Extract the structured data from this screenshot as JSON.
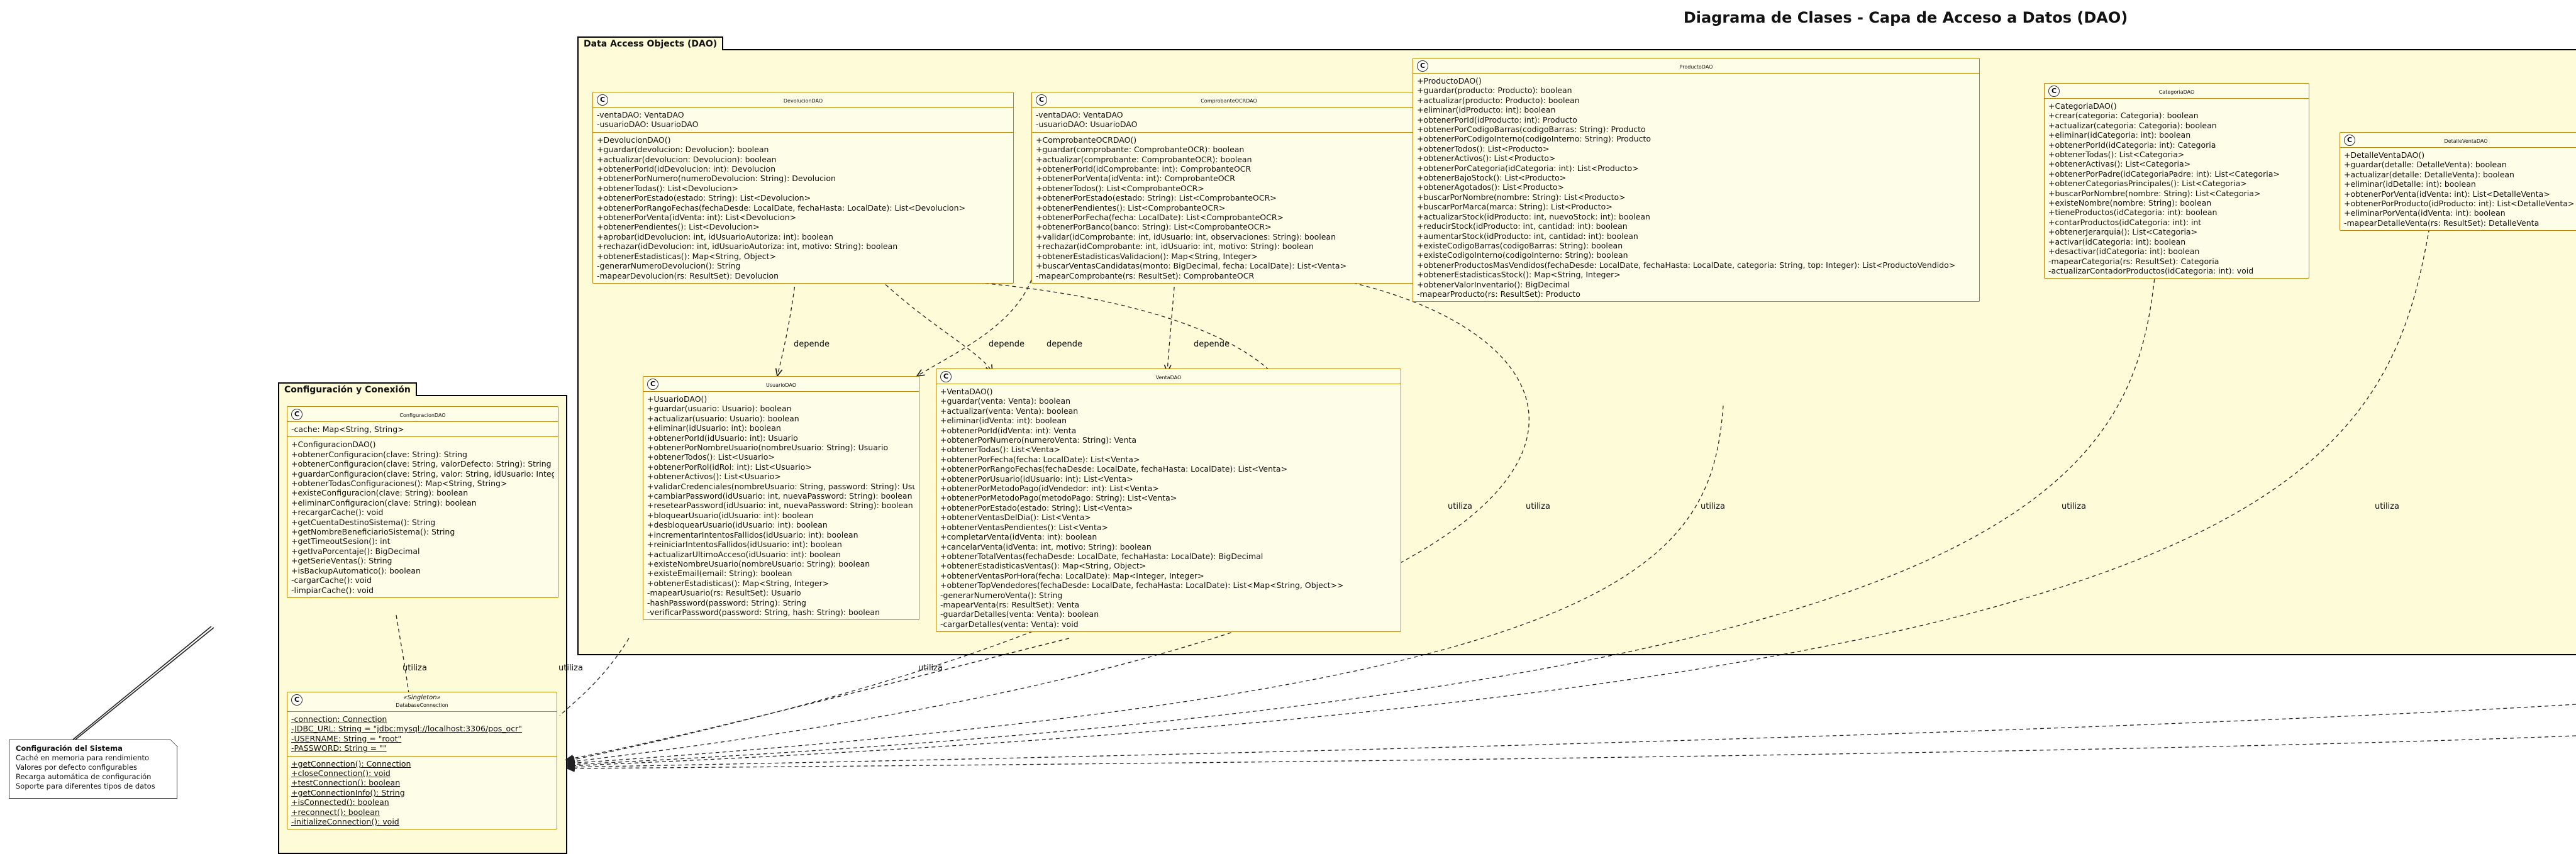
{
  "diagram": {
    "title": "Diagrama de Clases - Capa de Acceso a Datos (DAO)",
    "packages": {
      "dao": "Data Access Objects (DAO)",
      "config": "Configuración y Conexión"
    },
    "classes": {
      "devolucion": {
        "name": "DevolucionDAO",
        "fields": [
          "-ventaDAO: VentaDAO",
          "-usuarioDAO: UsuarioDAO"
        ],
        "methods": [
          "+DevolucionDAO()",
          "+guardar(devolucion: Devolucion): boolean",
          "+actualizar(devolucion: Devolucion): boolean",
          "+obtenerPorId(idDevolucion: int): Devolucion",
          "+obtenerPorNumero(numeroDevolucion: String): Devolucion",
          "+obtenerTodas(): List<Devolucion>",
          "+obtenerPorEstado(estado: String): List<Devolucion>",
          "+obtenerPorRangoFechas(fechaDesde: LocalDate, fechaHasta: LocalDate): List<Devolucion>",
          "+obtenerPorVenta(idVenta: int): List<Devolucion>",
          "+obtenerPendientes(): List<Devolucion>",
          "+aprobar(idDevolucion: int, idUsuarioAutoriza: int): boolean",
          "+rechazar(idDevolucion: int, idUsuarioAutoriza: int, motivo: String): boolean",
          "+obtenerEstadisticas(): Map<String, Object>",
          "-generarNumeroDevolucion(): String",
          "-mapearDevolucion(rs: ResultSet): Devolucion"
        ]
      },
      "comprobante": {
        "name": "ComprobanteOCRDAO",
        "fields": [
          "-ventaDAO: VentaDAO",
          "-usuarioDAO: UsuarioDAO"
        ],
        "methods": [
          "+ComprobanteOCRDAO()",
          "+guardar(comprobante: ComprobanteOCR): boolean",
          "+actualizar(comprobante: ComprobanteOCR): boolean",
          "+obtenerPorId(idComprobante: int): ComprobanteOCR",
          "+obtenerPorVenta(idVenta: int): ComprobanteOCR",
          "+obtenerTodos(): List<ComprobanteOCR>",
          "+obtenerPorEstado(estado: String): List<ComprobanteOCR>",
          "+obtenerPendientes(): List<ComprobanteOCR>",
          "+obtenerPorFecha(fecha: LocalDate): List<ComprobanteOCR>",
          "+obtenerPorBanco(banco: String): List<ComprobanteOCR>",
          "+validar(idComprobante: int, idUsuario: int, observaciones: String): boolean",
          "+rechazar(idComprobante: int, idUsuario: int, motivo: String): boolean",
          "+obtenerEstadisticasValidacion(): Map<String, Integer>",
          "+buscarVentasCandidatas(monto: BigDecimal, fecha: LocalDate): List<Venta>",
          "-mapearComprobante(rs: ResultSet): ComprobanteOCR"
        ]
      },
      "producto": {
        "name": "ProductoDAO",
        "fields": [],
        "methods": [
          "+ProductoDAO()",
          "+guardar(producto: Producto): boolean",
          "+actualizar(producto: Producto): boolean",
          "+eliminar(idProducto: int): boolean",
          "+obtenerPorId(idProducto: int): Producto",
          "+obtenerPorCodigoBarras(codigoBarras: String): Producto",
          "+obtenerPorCodigoInterno(codigoInterno: String): Producto",
          "+obtenerTodos(): List<Producto>",
          "+obtenerActivos(): List<Producto>",
          "+obtenerPorCategoria(idCategoria: int): List<Producto>",
          "+obtenerBajoStock(): List<Producto>",
          "+obtenerAgotados(): List<Producto>",
          "+buscarPorNombre(nombre: String): List<Producto>",
          "+buscarPorMarca(marca: String): List<Producto>",
          "+actualizarStock(idProducto: int, nuevoStock: int): boolean",
          "+reducirStock(idProducto: int, cantidad: int): boolean",
          "+aumentarStock(idProducto: int, cantidad: int): boolean",
          "+existeCodigoBarras(codigoBarras: String): boolean",
          "+existeCodigoInterno(codigoInterno: String): boolean",
          "+obtenerProductosMasVendidos(fechaDesde: LocalDate, fechaHasta: LocalDate, categoria: String, top: Integer): List<ProductoVendido>",
          "+obtenerEstadisticasStock(): Map<String, Integer>",
          "+obtenerValorInventario(): BigDecimal",
          "-mapearProducto(rs: ResultSet): Producto"
        ]
      },
      "categoria": {
        "name": "CategoriaDAO",
        "fields": [],
        "methods": [
          "+CategoriaDAO()",
          "+crear(categoria: Categoria): boolean",
          "+actualizar(categoria: Categoria): boolean",
          "+eliminar(idCategoria: int): boolean",
          "+obtenerPorId(idCategoria: int): Categoria",
          "+obtenerTodas(): List<Categoria>",
          "+obtenerActivas(): List<Categoria>",
          "+obtenerPorPadre(idCategoriaPadre: int): List<Categoria>",
          "+obtenerCategoriasPrincipales(): List<Categoria>",
          "+buscarPorNombre(nombre: String): List<Categoria>",
          "+existeNombre(nombre: String): boolean",
          "+tieneProductos(idCategoria: int): boolean",
          "+contarProductos(idCategoria: int): int",
          "+obtenerJerarquia(): List<Categoria>",
          "+activar(idCategoria: int): boolean",
          "+desactivar(idCategoria: int): boolean",
          "-mapearCategoria(rs: ResultSet): Categoria",
          "-actualizarContadorProductos(idCategoria: int): void"
        ]
      },
      "detalle": {
        "name": "DetalleVentaDAO",
        "fields": [],
        "methods": [
          "+DetalleVentaDAO()",
          "+guardar(detalle: DetalleVenta): boolean",
          "+actualizar(detalle: DetalleVenta): boolean",
          "+eliminar(idDetalle: int): boolean",
          "+obtenerPorVenta(idVenta: int): List<DetalleVenta>",
          "+obtenerPorProducto(idProducto: int): List<DetalleVenta>",
          "+eliminarPorVenta(idVenta: int): boolean",
          "-mapearDetalleVenta(rs: ResultSet): DetalleVenta"
        ]
      },
      "usuario": {
        "name": "UsuarioDAO",
        "fields": [],
        "methods": [
          "+UsuarioDAO()",
          "+guardar(usuario: Usuario): boolean",
          "+actualizar(usuario: Usuario): boolean",
          "+eliminar(idUsuario: int): boolean",
          "+obtenerPorId(idUsuario: int): Usuario",
          "+obtenerPorNombreUsuario(nombreUsuario: String): Usuario",
          "+obtenerTodos(): List<Usuario>",
          "+obtenerPorRol(idRol: int): List<Usuario>",
          "+obtenerActivos(): List<Usuario>",
          "+validarCredenciales(nombreUsuario: String, password: String): Usuario",
          "+cambiarPassword(idUsuario: int, nuevaPassword: String): boolean",
          "+resetearPassword(idUsuario: int, nuevaPassword: String): boolean",
          "+bloquearUsuario(idUsuario: int): boolean",
          "+desbloquearUsuario(idUsuario: int): boolean",
          "+incrementarIntentosFallidos(idUsuario: int): boolean",
          "+reiniciarIntentosFallidos(idUsuario: int): boolean",
          "+actualizarUltimoAcceso(idUsuario: int): boolean",
          "+existeNombreUsuario(nombreUsuario: String): boolean",
          "+existeEmail(email: String): boolean",
          "+obtenerEstadisticas(): Map<String, Integer>",
          "-mapearUsuario(rs: ResultSet): Usuario",
          "-hashPassword(password: String): String",
          "-verificarPassword(password: String, hash: String): boolean"
        ]
      },
      "venta": {
        "name": "VentaDAO",
        "fields": [],
        "methods": [
          "+VentaDAO()",
          "+guardar(venta: Venta): boolean",
          "+actualizar(venta: Venta): boolean",
          "+eliminar(idVenta: int): boolean",
          "+obtenerPorId(idVenta: int): Venta",
          "+obtenerPorNumero(numeroVenta: String): Venta",
          "+obtenerTodas(): List<Venta>",
          "+obtenerPorFecha(fecha: LocalDate): List<Venta>",
          "+obtenerPorRangoFechas(fechaDesde: LocalDate, fechaHasta: LocalDate): List<Venta>",
          "+obtenerPorUsuario(idUsuario: int): List<Venta>",
          "+obtenerPorMetodoPago(idVendedor: int): List<Venta>",
          "+obtenerPorMetodoPago(metodoPago: String): List<Venta>",
          "+obtenerPorEstado(estado: String): List<Venta>",
          "+obtenerVentasDelDia(): List<Venta>",
          "+obtenerVentasPendientes(): List<Venta>",
          "+completarVenta(idVenta: int): boolean",
          "+cancelarVenta(idVenta: int, motivo: String): boolean",
          "+obtenerTotalVentas(fechaDesde: LocalDate, fechaHasta: LocalDate): BigDecimal",
          "+obtenerEstadisticasVentas(): Map<String, Object>",
          "+obtenerVentasPorHora(fecha: LocalDate): Map<Integer, Integer>",
          "+obtenerTopVendedores(fechaDesde: LocalDate, fechaHasta: LocalDate): List<Map<String, Object>>",
          "-generarNumeroVenta(): String",
          "-mapearVenta(rs: ResultSet): Venta",
          "-guardarDetalles(venta: Venta): boolean",
          "-cargarDetalles(venta: Venta): void"
        ]
      },
      "configuracion": {
        "name": "ConfiguracionDAO",
        "fields": [
          "-cache: Map<String, String>"
        ],
        "methods": [
          "+ConfiguracionDAO()",
          "+obtenerConfiguracion(clave: String): String",
          "+obtenerConfiguracion(clave: String, valorDefecto: String): String",
          "+guardarConfiguracion(clave: String, valor: String, idUsuario: Integer): boolean",
          "+obtenerTodasConfiguraciones(): Map<String, String>",
          "+existeConfiguracion(clave: String): boolean",
          "+eliminarConfiguracion(clave: String): boolean",
          "+recargarCache(): void",
          "+getCuentaDestinoSistema(): String",
          "+getNombreBeneficiarioSistema(): String",
          "+getTimeoutSesion(): int",
          "+getIvaPorcentaje(): BigDecimal",
          "+getSerieVentas(): String",
          "+isBackupAutomatico(): boolean",
          "-cargarCache(): void",
          "-limpiarCache(): void"
        ]
      },
      "database": {
        "stereotype": "«Singleton»",
        "name": "DatabaseConnection",
        "fields": [
          "-connection: Connection",
          "-JDBC_URL: String = \"jdbc:mysql://localhost:3306/pos_ocr\"",
          "-USERNAME: String = \"root\"",
          "-PASSWORD: String = \"\""
        ],
        "methods": [
          "+getConnection(): Connection",
          "+closeConnection(): void",
          "+testConnection(): boolean",
          "+getConnectionInfo(): String",
          "+isConnected(): boolean",
          "+reconnect(): boolean",
          "-initializeConnection(): void"
        ]
      }
    },
    "relations": {
      "depends": "depende",
      "uses": "utiliza"
    },
    "note": {
      "title": "Configuración del Sistema",
      "lines": [
        "Caché en memoria para rendimiento",
        "Valores por defecto configurables",
        "Recarga automática de configuración",
        "Soporte para diferentes tipos de datos"
      ]
    }
  }
}
